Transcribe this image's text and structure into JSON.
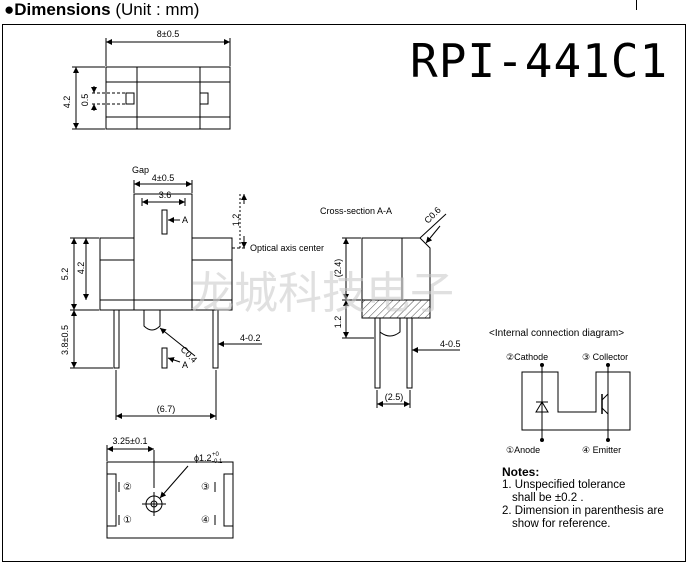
{
  "header": {
    "title": "●Dimensions",
    "unit": "(Unit : mm)"
  },
  "part_number": "RPI-441C1",
  "top_view": {
    "width_label": "8±0.5",
    "height_label": "4.2",
    "slot_label": "0.5"
  },
  "front_view": {
    "gap_label": "Gap",
    "gap_width": "4±0.5",
    "inner_width": "3.6",
    "dim_top": "1.2",
    "optical_axis": "Optical axis center",
    "height_total": "5.2",
    "height_slot": "4.2",
    "lead_length": "3.8±0.5",
    "chamfer": "C0.4",
    "lead_width": "4-0.2",
    "pitch": "(6.7)",
    "section_mark_a": "A"
  },
  "cross_section": {
    "title": "Cross-section A-A",
    "chamfer": "C0.6",
    "dim_24": "(2.4)",
    "dim_12": "1.2",
    "lead_width": "4-0.5",
    "pitch": "(2.5)"
  },
  "bottom_view": {
    "offset": "3.25±0.1",
    "hole": "ϕ1.2",
    "hole_tol_plus": "+0",
    "hole_tol_minus": "-0.1",
    "pin1": "①",
    "pin2": "②",
    "pin3": "③",
    "pin4": "④"
  },
  "connection": {
    "title": "<Internal connection diagram>",
    "cathode": "②Cathode",
    "collector": "③ Collector",
    "anode": "①Anode",
    "emitter": "④ Emitter"
  },
  "notes": {
    "title": "Notes:",
    "line1": "1. Unspecified tolerance",
    "line1b": "shall be ±0.2 .",
    "line2": "2. Dimension in parenthesis are",
    "line2b": "show for reference."
  },
  "watermark": "龙城科技电子"
}
